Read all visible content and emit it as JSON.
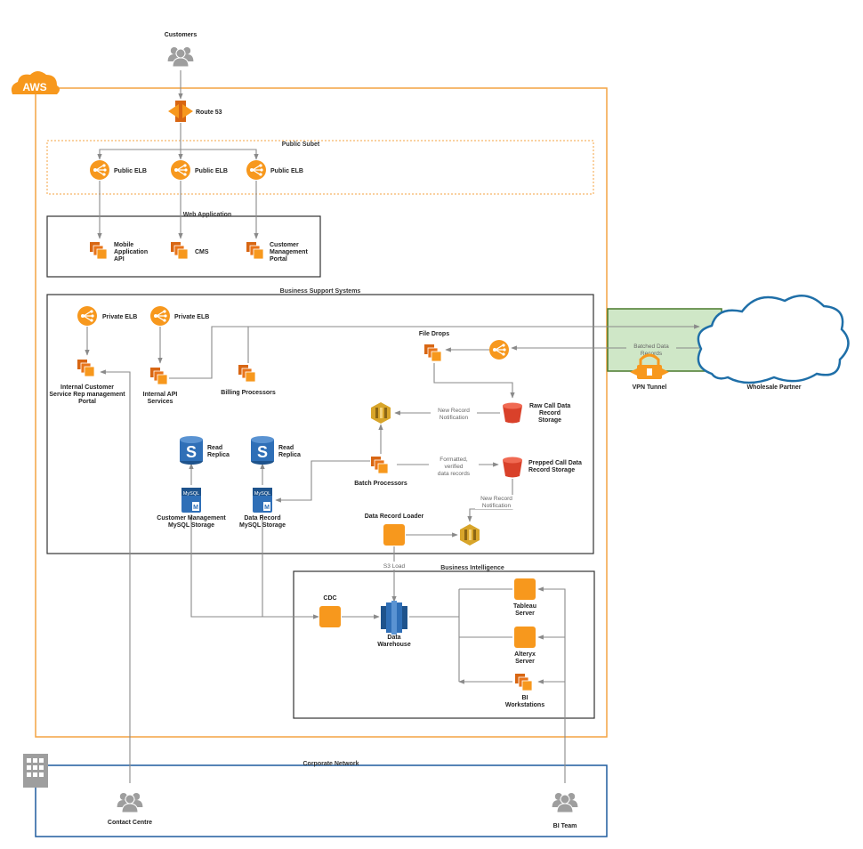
{
  "colors": {
    "aws_orange": "#F7981D",
    "aws_border": "#F4A342",
    "dark_box": "#333333",
    "corporate_blue": "#1F5C9E",
    "cloud_blue": "#1F6FA8",
    "vpn_green": "#CFE7C7",
    "vpn_green_border": "#4A7A2C",
    "arrow": "#8A8A8A",
    "bucket_red": "#D9412A",
    "db_blue": "#2F6FB7",
    "kinesis_gold": "#D8A52A"
  },
  "groups": {
    "aws_badge": "AWS",
    "public_subnet": "Public Subet",
    "web_application": "Web Application",
    "business_support": "Business Support Systems",
    "business_intelligence": "Business Intelligence",
    "corporate_network": "Corporate Network"
  },
  "nodes": {
    "customers": "Customers",
    "route53": "Route 53",
    "public_elb_1": "Public  ELB",
    "public_elb_2": "Public  ELB",
    "public_elb_3": "Public  ELB",
    "mobile_api": [
      "Mobile",
      "Application",
      "API"
    ],
    "cms": "CMS",
    "customer_portal": [
      "Customer",
      "Management",
      "Portal"
    ],
    "private_elb_1": "Private ELB",
    "private_elb_2": "Private ELB",
    "internal_portal": [
      "Internal Customer",
      "Service Rep management",
      "Portal"
    ],
    "internal_api": [
      "Internal API",
      "Services"
    ],
    "billing": "Billing Processors",
    "file_drops": "File Drops",
    "raw_call": [
      "Raw Call Data",
      "Record",
      "Storage"
    ],
    "prepped_call": [
      "Prepped Call Data",
      "Record Storage"
    ],
    "batch": "Batch Processors",
    "read_replica_1": [
      "Read",
      "Replica"
    ],
    "read_replica_2": [
      "Read",
      "Replica"
    ],
    "cust_mysql": [
      "Customer Management",
      "MySQL Storage"
    ],
    "data_mysql": [
      "Data Record",
      "MySQL Storage"
    ],
    "data_loader": "Data Record Loader",
    "cdc": "CDC",
    "warehouse": [
      "Data",
      "Warehouse"
    ],
    "tableau": [
      "Tableau",
      "Server"
    ],
    "alteryx": [
      "Alteryx",
      "Server"
    ],
    "bi_workstations": [
      "BI",
      "Workstations"
    ],
    "vpn": "VPN Tunnel",
    "wholesale": "Wholesale Partner",
    "contact_centre": "Contact Centre",
    "bi_team": "BI Team",
    "mysql_badge": "MySQL",
    "mysql_m": "M",
    "s3_glyph": "S"
  },
  "edge_labels": {
    "batched": [
      "Batched Data",
      "Records"
    ],
    "new_record_1": [
      "New Record",
      "Notification"
    ],
    "formatted": [
      "Formatted,",
      "verified",
      "data records"
    ],
    "new_record_2": [
      "New Record",
      "Notification"
    ],
    "s3_load": "S3 Load"
  }
}
